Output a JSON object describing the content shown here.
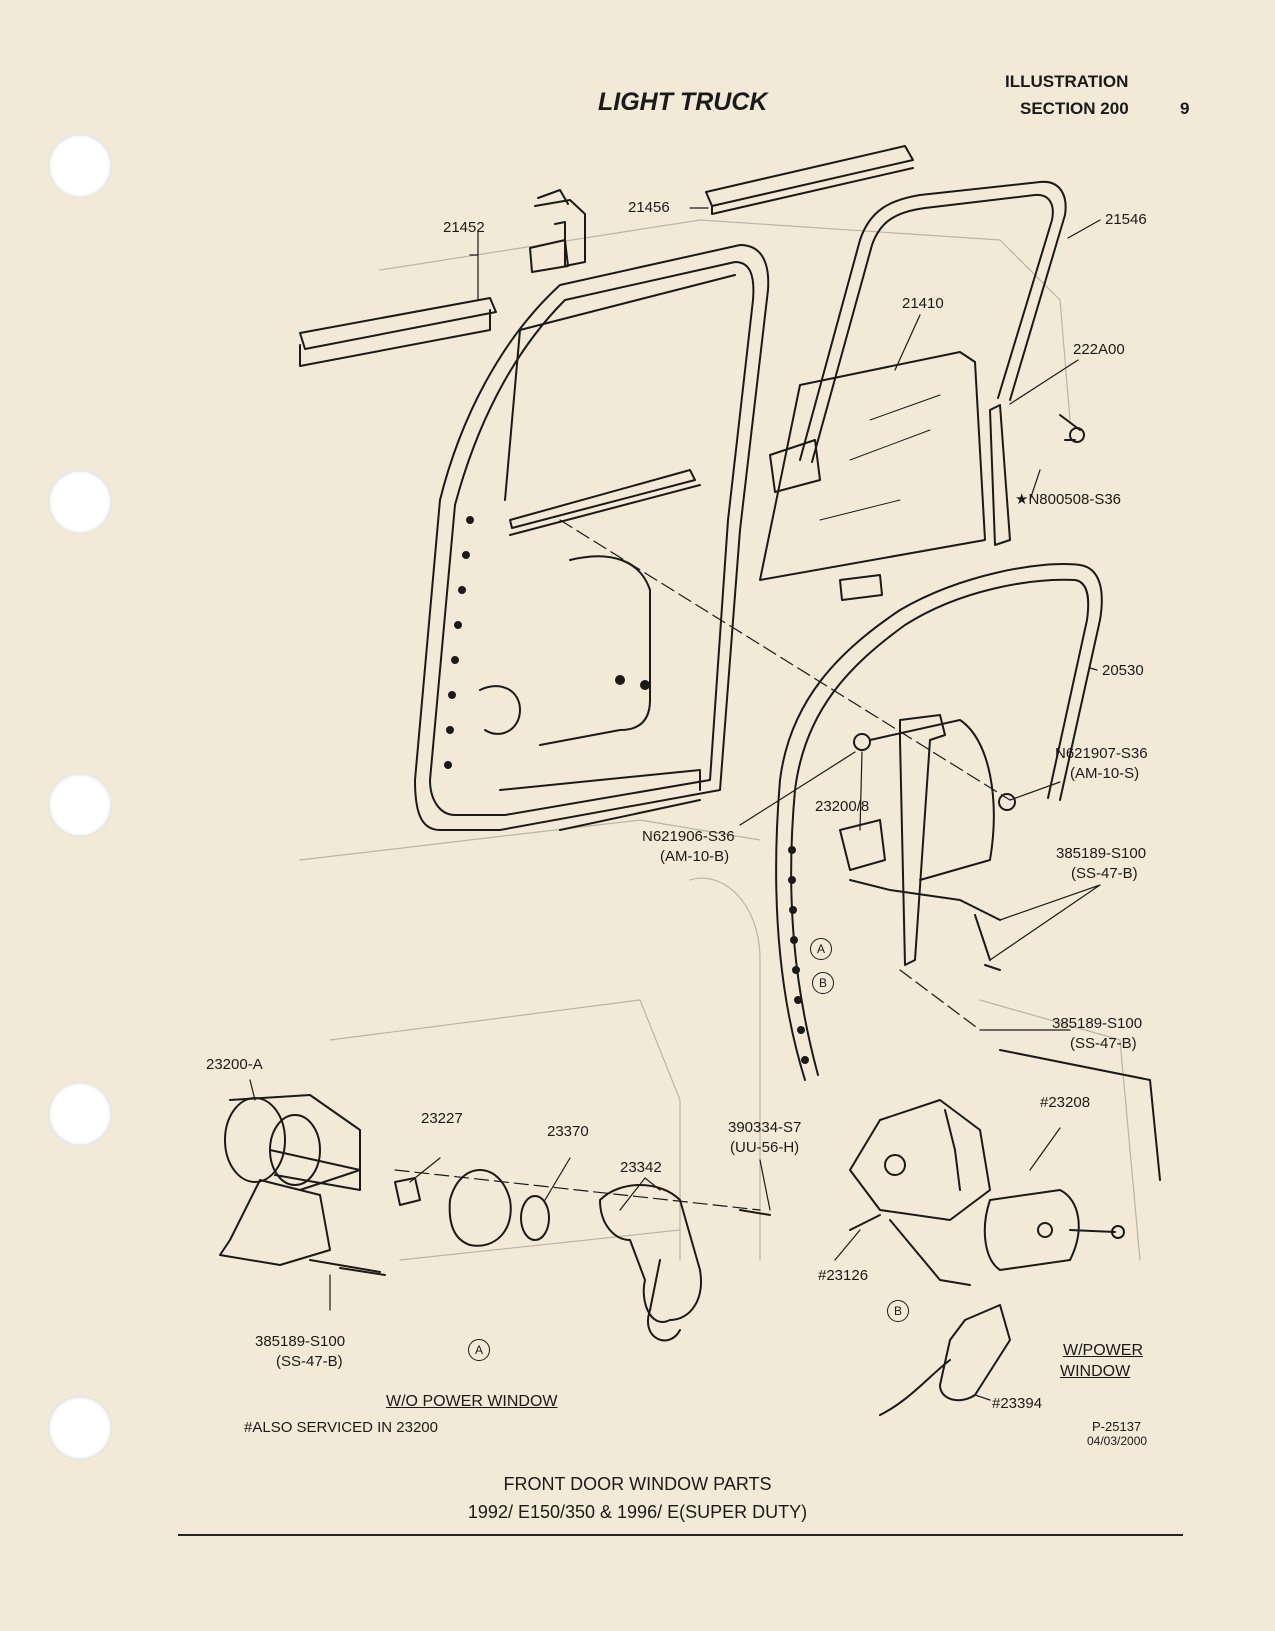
{
  "header": {
    "illustration": "ILLUSTRATION",
    "section": "SECTION 200",
    "page_number": "9",
    "title": "LIGHT TRUCK"
  },
  "labels": {
    "p21452": "21452",
    "p21456": "21456",
    "p21546": "21546",
    "p21410": "21410",
    "p222A00": "222A00",
    "pN800508": "★N800508-S36",
    "p20530": "20530",
    "pN621907": "N621907-S36",
    "pN621907_code": "(AM-10-S)",
    "p23200_8": "23200/8",
    "pN621906": "N621906-S36",
    "pN621906_code": "(AM-10-B)",
    "p385189_a": "385189-S100",
    "p385189_a_code": "(SS-47-B)",
    "p385189_b": "385189-S100",
    "p385189_b_code": "(SS-47-B)",
    "p23200A": "23200-A",
    "p23227": "23227",
    "p23370": "23370",
    "p23342": "23342",
    "p390334": "390334-S7",
    "p390334_code": "(UU-56-H)",
    "p23208": "#23208",
    "p23126": "#23126",
    "p385189_c": "385189-S100",
    "p385189_c_code": "(SS-47-B)",
    "p23394": "#23394",
    "callout_a": "A",
    "callout_b": "B"
  },
  "captions": {
    "wo_power_window": "W/O POWER WINDOW",
    "w_power_line1": "W/POWER",
    "w_power_line2": "WINDOW",
    "also_serviced": "#ALSO SERVICED IN 23200",
    "illustration_number": "P-25137",
    "illustration_date": "04/03/2000"
  },
  "footer": {
    "line1": "FRONT DOOR WINDOW PARTS",
    "line2": "1992/ E150/350 & 1996/ E(SUPER DUTY)"
  }
}
